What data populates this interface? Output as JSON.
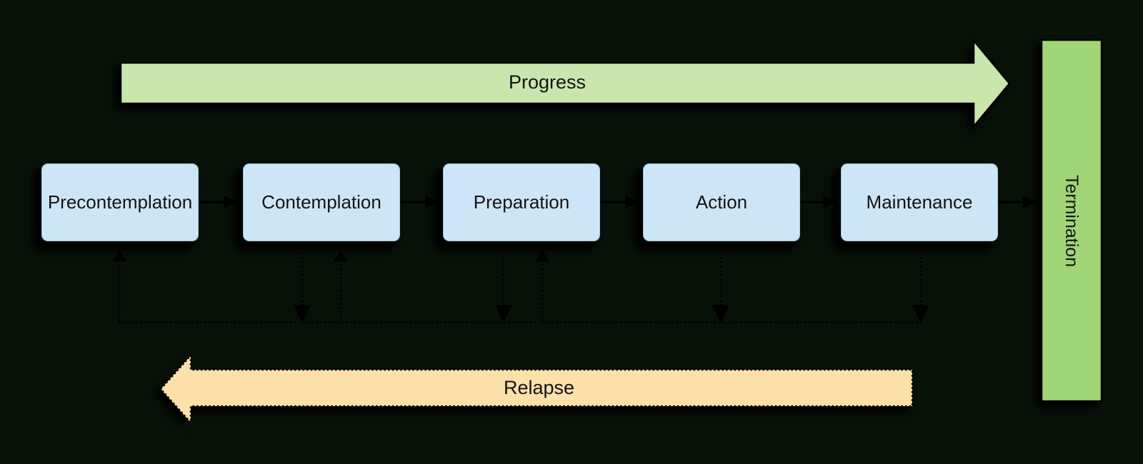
{
  "stages": [
    {
      "label": "Precontemplation"
    },
    {
      "label": "Contemplation"
    },
    {
      "label": "Preparation"
    },
    {
      "label": "Action"
    },
    {
      "label": "Maintenance"
    }
  ],
  "arrows": {
    "progress": {
      "label": "Progress",
      "direction": "right",
      "color": "#c9e7ac"
    },
    "relapse": {
      "label": "Relapse",
      "direction": "left",
      "color": "#fce0a9",
      "border_style": "dotted"
    },
    "termination": {
      "label": "Termination",
      "color": "#a0d677"
    }
  },
  "colors": {
    "background": "#081108",
    "stage_fill": "#cde6f7",
    "line": "#000000"
  }
}
